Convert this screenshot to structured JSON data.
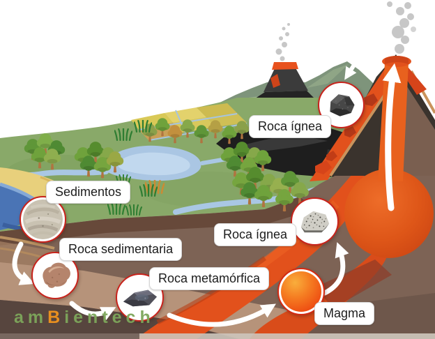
{
  "cycle": {
    "nodes": [
      {
        "id": "sedimentos",
        "label": "Sedimentos"
      },
      {
        "id": "roca-sedimentaria",
        "label": "Roca sedimentaria"
      },
      {
        "id": "roca-metamorfica",
        "label": "Roca metamórfica"
      },
      {
        "id": "roca-ignea-profunda",
        "label": "Roca ígnea"
      },
      {
        "id": "magma",
        "label": "Magma"
      },
      {
        "id": "roca-ignea-superficial",
        "label": "Roca ígnea"
      }
    ],
    "edges": [
      {
        "from": "sedimentos",
        "to": "roca-sedimentaria"
      },
      {
        "from": "roca-sedimentaria",
        "to": "roca-metamorfica"
      },
      {
        "from": "roca-metamorfica",
        "to": "magma"
      },
      {
        "from": "magma",
        "to": "roca-ignea-profunda"
      },
      {
        "from": "magma-chamber",
        "to": "volcano-crater"
      },
      {
        "from": "volcano-crater",
        "to": "roca-ignea-superficial"
      }
    ]
  },
  "logo": {
    "prefix": "am",
    "accent": "B",
    "suffix": "ientech",
    "prefix_color": "#7da65b",
    "accent_color": "#f0931e"
  },
  "palette": {
    "label_background": "#ffffff",
    "label_text": "#1c1c1c",
    "circle_ring": "#c8231c",
    "arrow": "#ffffff",
    "lava_orange": "#e2511c",
    "magma_chamber": "#d95317",
    "ground_green": "#89a969",
    "underground_brown": "#7d6355",
    "mountain_green": "#7e947b",
    "water_blue": "#a9c7e4",
    "ocean_blue": "#4a74b5",
    "rock_dark": "#1e1e1e",
    "smoke_gray": "#c7c7c7"
  }
}
